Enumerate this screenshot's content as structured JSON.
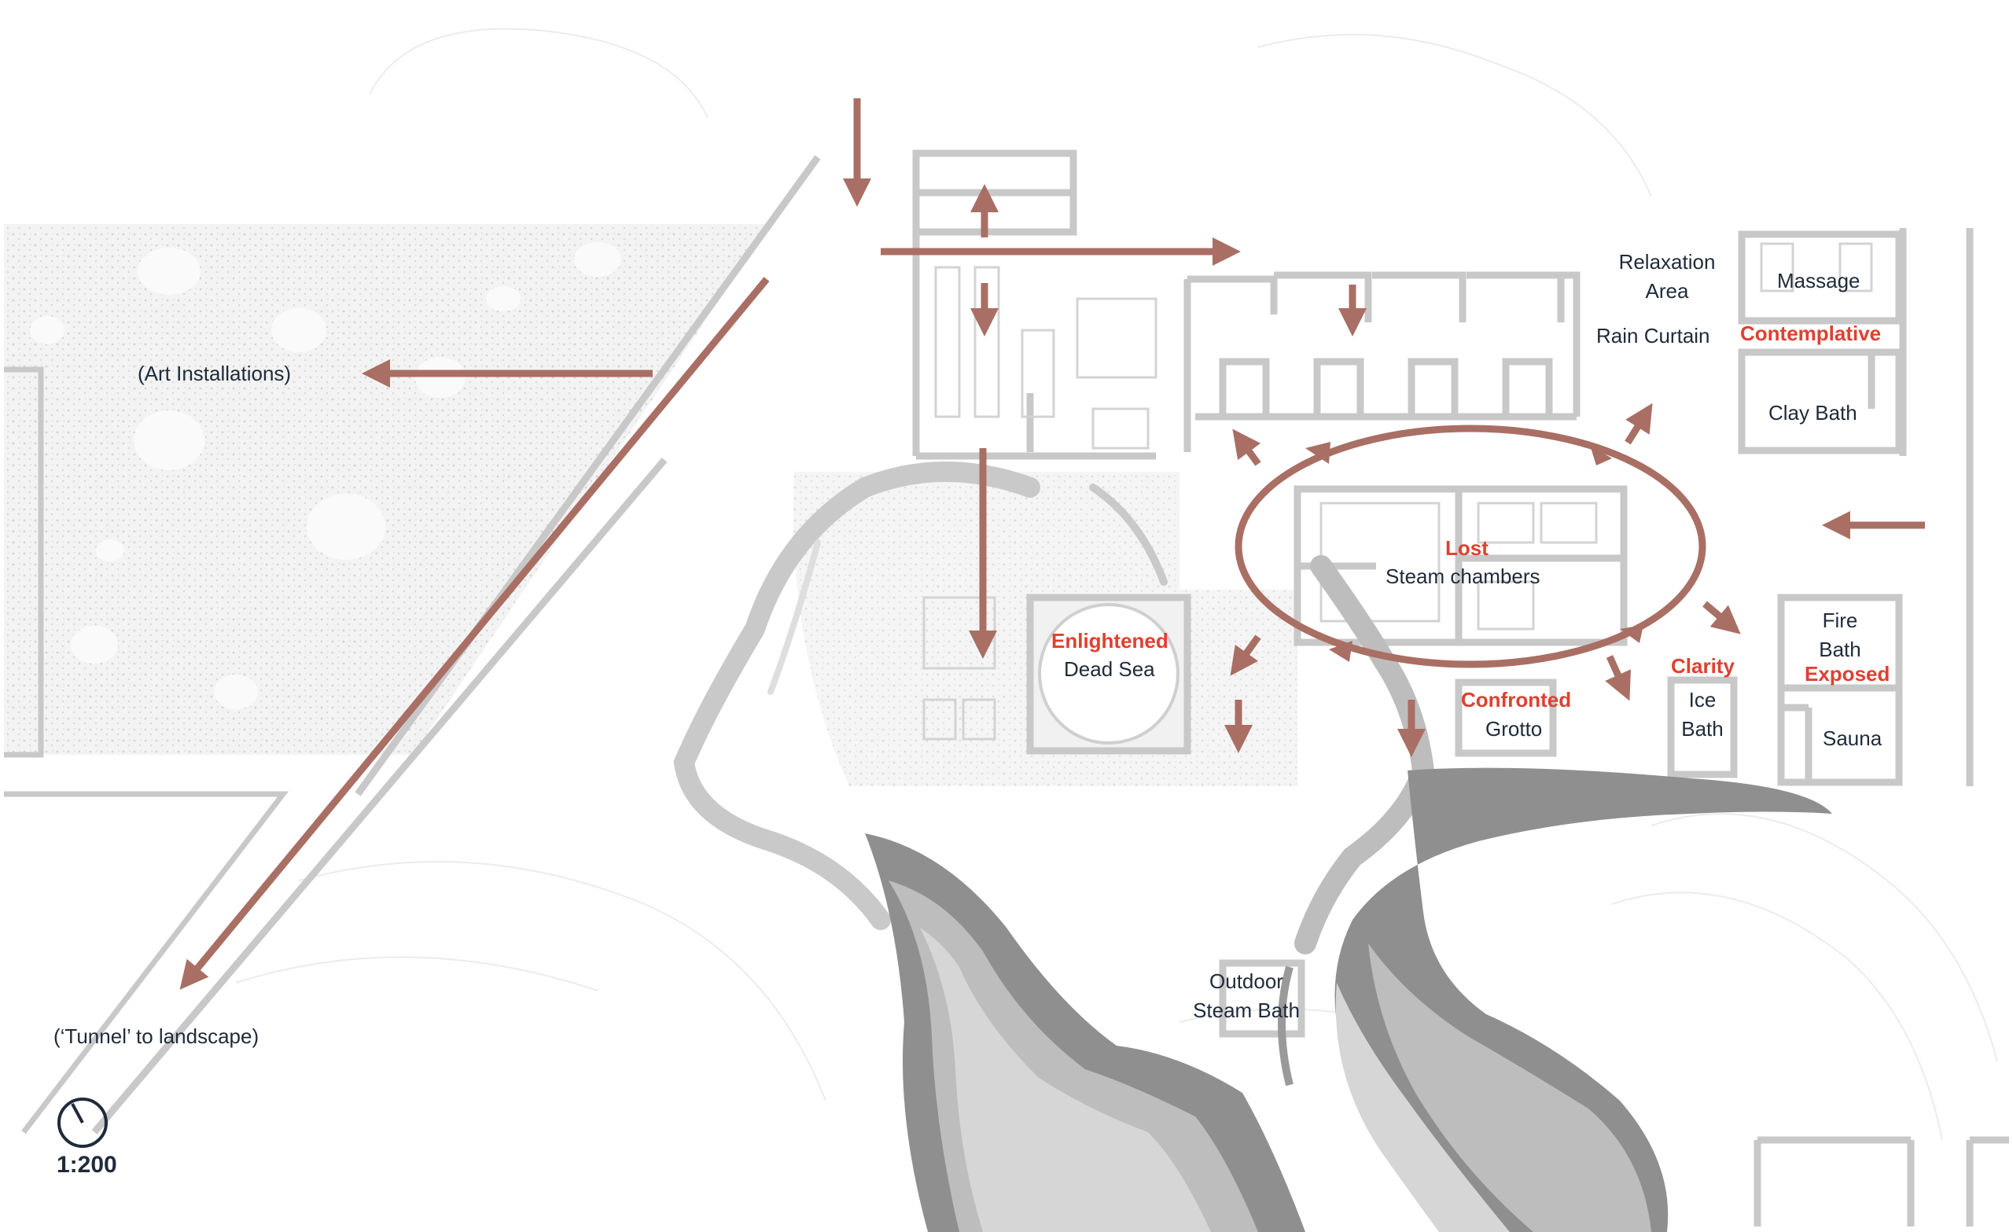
{
  "labels": {
    "art_installations": "(Art Installations)",
    "tunnel": "(‘Tunnel’ to landscape)",
    "relaxation_1": "Relaxation",
    "relaxation_2": "Area",
    "rain_curtain": "Rain Curtain",
    "massage": "Massage",
    "contemplative": "Contemplative",
    "clay_bath": "Clay Bath",
    "lost": "Lost",
    "steam_chambers": "Steam chambers",
    "enlightened": "Enlightened",
    "dead_sea": "Dead Sea",
    "confronted": "Confronted",
    "grotto": "Grotto",
    "clarity": "Clarity",
    "ice_1": "Ice",
    "ice_2": "Bath",
    "fire_1": "Fire",
    "fire_2": "Bath",
    "exposed": "Exposed",
    "sauna": "Sauna",
    "outdoor_1": "Outdoor",
    "outdoor_2": "Steam Bath"
  },
  "scale": "1:200",
  "colors": {
    "arrow": "#a96f64",
    "wall": "#c8c8c8",
    "emotion_text": "#e0402f",
    "label_text": "#1f2b3a",
    "water_dark": "#8f8f8f",
    "water_mid": "#bdbdbd",
    "water_light": "#d6d6d6"
  }
}
